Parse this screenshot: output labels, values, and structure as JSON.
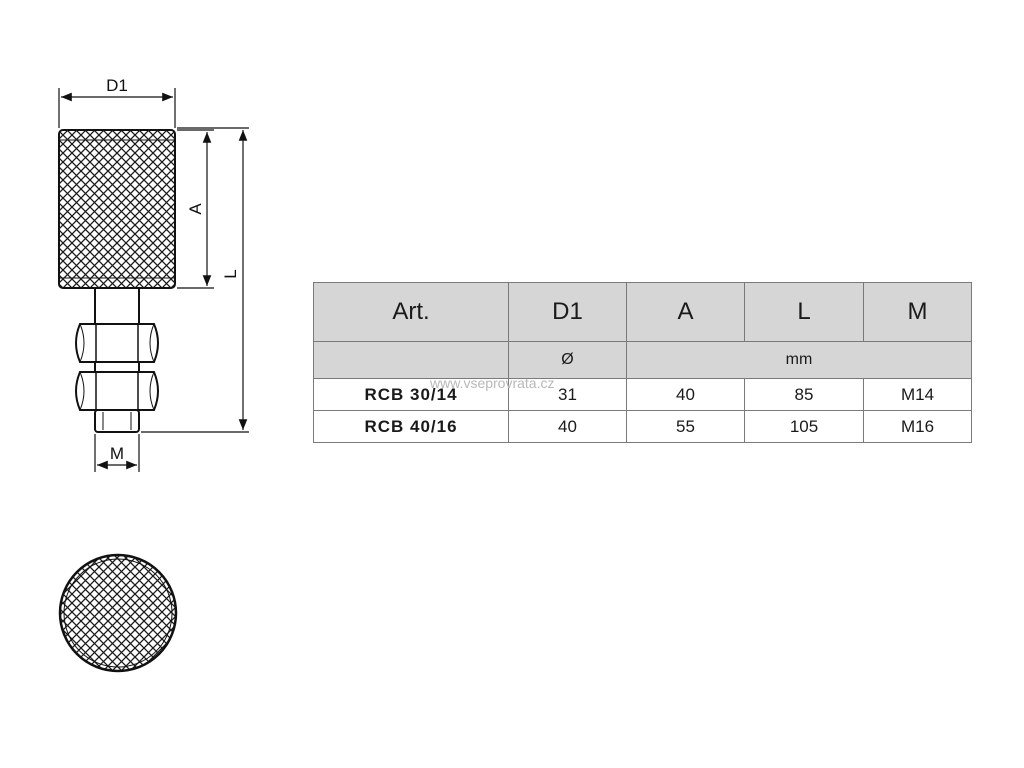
{
  "drawing": {
    "dim_d1": "D1",
    "dim_a": "A",
    "dim_l": "L",
    "dim_m": "M"
  },
  "table": {
    "headers": [
      "Art.",
      "D1",
      "A",
      "L",
      "M"
    ],
    "units": {
      "diameter": "Ø",
      "mm": "mm"
    },
    "rows": [
      {
        "art": "RCB 30/14",
        "d1": "31",
        "a": "40",
        "l": "85",
        "m": "M14"
      },
      {
        "art": "RCB 40/16",
        "d1": "40",
        "a": "55",
        "l": "105",
        "m": "M16"
      }
    ]
  },
  "watermark": "www.vseprovrata.cz"
}
